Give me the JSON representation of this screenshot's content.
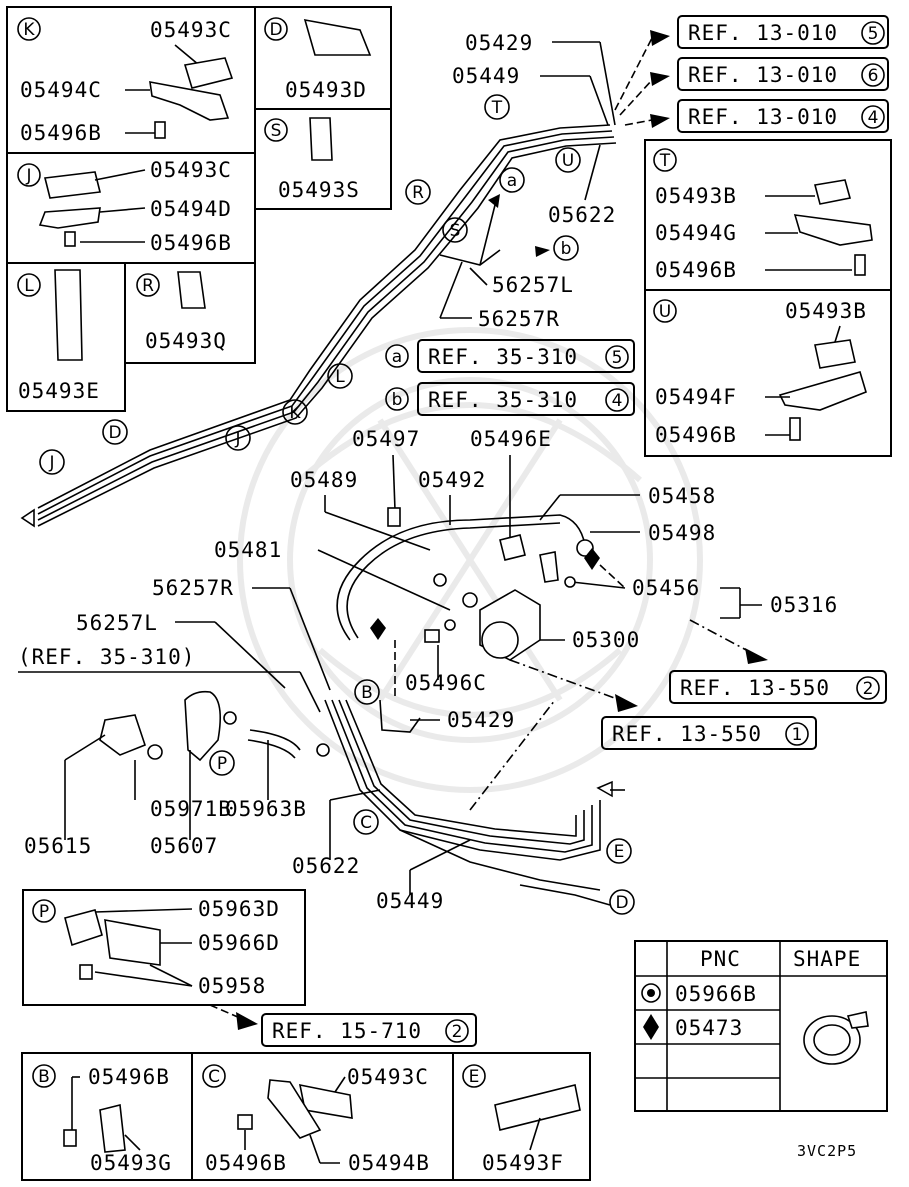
{
  "diagram": {
    "code": "3VC2P5",
    "refs": {
      "r13010_5": "REF. 13-010",
      "r13010_5n": "5",
      "r13010_6": "REF. 13-010",
      "r13010_6n": "6",
      "r13010_4": "REF. 13-010",
      "r13010_4n": "4",
      "r35310_5": "REF. 35-310",
      "r35310_5n": "5",
      "r35310_4": "REF. 35-310",
      "r35310_4n": "4",
      "r13550_2": "REF. 13-550",
      "r13550_2n": "2",
      "r13550_1": "REF. 13-550",
      "r13550_1n": "1",
      "r15710_2": "REF. 15-710",
      "r15710_2n": "2",
      "ref35310_paren": "(REF. 35-310)"
    },
    "letters": {
      "K": "K",
      "D": "D",
      "S": "S",
      "J": "J",
      "L": "L",
      "R": "R",
      "T": "T",
      "U": "U",
      "a": "a",
      "b": "b",
      "P": "P",
      "B": "B",
      "C": "C",
      "E": "E"
    },
    "parts": {
      "p05493C_k": "05493C",
      "p05494C": "05494C",
      "p05496B_k": "05496B",
      "p05493D": "05493D",
      "p05493S": "05493S",
      "p05493C_j": "05493C",
      "p05494D": "05494D",
      "p05496B_j": "05496B",
      "p05493E": "05493E",
      "p05493Q": "05493Q",
      "p05429_top": "05429",
      "p05449_top": "05449",
      "p05622_top": "05622",
      "p56257L_top": "56257L",
      "p56257R_top": "56257R",
      "p05493B_t": "05493B",
      "p05494G": "05494G",
      "p05496B_t": "05496B",
      "p05493B_u": "05493B",
      "p05494F": "05494F",
      "p05496B_u": "05496B",
      "p05497": "05497",
      "p05496E": "05496E",
      "p05489": "05489",
      "p05492": "05492",
      "p05458": "05458",
      "p05498": "05498",
      "p05481": "05481",
      "p05456": "05456",
      "p05316": "05316",
      "p56257R_mid": "56257R",
      "p56257L_mid": "56257L",
      "p05300": "05300",
      "p05496C": "05496C",
      "p05429_mid": "05429",
      "p05971B": "05971B",
      "p05963B": "05963B",
      "p05615": "05615",
      "p05607": "05607",
      "p05622_bot": "05622",
      "p05449_bot": "05449",
      "p05963D": "05963D",
      "p05966D": "05966D",
      "p05958": "05958",
      "p05496B_b": "05496B",
      "p05493G": "05493G",
      "p05493C_c": "05493C",
      "p05496B_c": "05496B",
      "p05494B": "05494B",
      "p05493F": "05493F"
    },
    "legend": {
      "col_pnc": "PNC",
      "col_shape": "SHAPE",
      "row1_pnc": "05966B",
      "row2_pnc": "05473"
    }
  }
}
